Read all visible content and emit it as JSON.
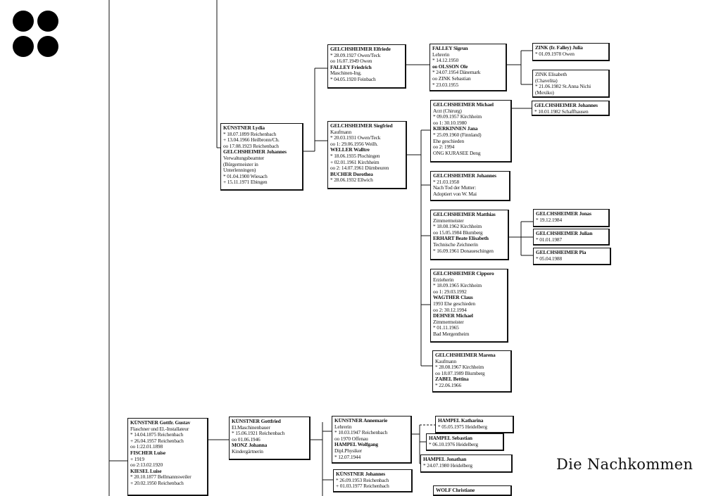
{
  "caption": "Die Nachkommen",
  "persons": [
    {
      "id": "p-kuenstner-lydia",
      "lines": [
        {
          "t": "KÜNSTNER Lydia",
          "b": true
        },
        {
          "t": "* 18.07.1899 Reichenbach"
        },
        {
          "t": "+ 13.04.1966 Heilbronn/Ch."
        },
        {
          "t": "oo 17.08.1923 Reichenbach"
        },
        {
          "t": "GELCHSHEIMER Johannes",
          "b": true
        },
        {
          "t": "Verwaltungsbeamter"
        },
        {
          "t": "(Bürgermeister in"
        },
        {
          "t": "Unterlenningen)"
        },
        {
          "t": "* 01.04.1900 Wiesach"
        },
        {
          "t": "+ 15.11.1971 Ebingen"
        }
      ]
    },
    {
      "id": "p-gelchsheimer-elfriede",
      "lines": [
        {
          "t": "GELCHSHEIMER Elfriede",
          "b": true
        },
        {
          "t": "* 28.09.1927 Owen/Teck"
        },
        {
          "t": "oo 16.07.1949 Owen"
        },
        {
          "t": "FALLEY Friedrich",
          "b": true
        },
        {
          "t": "Maschinen-Ing."
        },
        {
          "t": "* 04.05.1920 Feinbach"
        }
      ]
    },
    {
      "id": "p-gelchsheimer-siegfried",
      "lines": [
        {
          "t": "GELCHSHEIMER Siegfried",
          "b": true
        },
        {
          "t": "Kaufmann"
        },
        {
          "t": "* 20.03.1931 Owen/Teck"
        },
        {
          "t": "oo 1: 29.06.1956 Weilh."
        },
        {
          "t": "WELLER Walltre",
          "b": true
        },
        {
          "t": "* 18.06.1935 Plochingen"
        },
        {
          "t": "+ 02.01.1961 Kirchheim"
        },
        {
          "t": "oo 2: 14.07.1961 Dürnbeuren"
        },
        {
          "t": "BUCHER Dorothea",
          "b": true
        },
        {
          "t": "* 28.06.1932 Ellwich"
        }
      ]
    },
    {
      "id": "p-falley-sigrun",
      "lines": [
        {
          "t": "FALLEY Sigrun",
          "b": true
        },
        {
          "t": "Lehrerin"
        },
        {
          "t": "* 14.12.1950"
        },
        {
          "t": "oo OLSSON Ole",
          "b": true
        },
        {
          "t": "* 24.07.1954 Dänemark"
        },
        {
          "t": "oo ZINK Sebastian"
        },
        {
          "t": "* 23.03.1955"
        }
      ]
    },
    {
      "id": "p-zink-julia",
      "lines": [
        {
          "t": "ZINK (fr. Falley) Julia",
          "b": true
        },
        {
          "t": "* 01.09.1978 Owen"
        }
      ]
    },
    {
      "id": "p-zink-elisabeth",
      "lines": [
        {
          "t": "ZINK Elisabeth"
        },
        {
          "t": "(Chavelita)"
        },
        {
          "t": "* 21.06.1982 St.Anna Nichi"
        },
        {
          "t": "(Mexiko)"
        }
      ]
    },
    {
      "id": "p-gelchsheimer-michael",
      "lines": [
        {
          "t": "GELCHSHEIMER Michael",
          "b": true
        },
        {
          "t": "Arzt (Chirurg)"
        },
        {
          "t": "* 09.09.1957 Kirchheim"
        },
        {
          "t": "oo 1: 30.10.1980"
        },
        {
          "t": "KIERKINNEN Jana",
          "b": true
        },
        {
          "t": "* 25.09.1960 (Finnland)"
        },
        {
          "t": "Ehe geschieden"
        },
        {
          "t": "oo 2: 1994"
        },
        {
          "t": "ONG KURASEE Deng"
        }
      ]
    },
    {
      "id": "p-gelchsheimer-johannes-1982",
      "lines": [
        {
          "t": "GELCHSHEIMER Johannes",
          "b": true
        },
        {
          "t": "* 10.01.1982 Schaffhausen"
        }
      ]
    },
    {
      "id": "p-gelchsheimer-johannes-1958",
      "lines": [
        {
          "t": "GELCHSHEIMER Johannes",
          "b": true
        },
        {
          "t": "* 21.03.1958"
        },
        {
          "t": "Nach Tod der Mutter:"
        },
        {
          "t": "Adoptiert von W. Mai"
        }
      ]
    },
    {
      "id": "p-gelchsheimer-matthias",
      "lines": [
        {
          "t": "GELCHSHEIMER Matthias",
          "b": true
        },
        {
          "t": "Zimmermeister"
        },
        {
          "t": "* 18.08.1962 Kirchheim"
        },
        {
          "t": "oo 15.05.1984 Blumberg"
        },
        {
          "t": "ERHART Beate Elisabeth",
          "b": true
        },
        {
          "t": "Technische Zeichnerin"
        },
        {
          "t": "* 16.09.1961 Donaueschingen"
        }
      ]
    },
    {
      "id": "p-gelchsheimer-jonas",
      "lines": [
        {
          "t": "GELCHSHEIMER Jonas",
          "b": true
        },
        {
          "t": "* 19.12.1984"
        }
      ]
    },
    {
      "id": "p-gelchsheimer-julian",
      "lines": [
        {
          "t": "GELCHSHEIMER Julian",
          "b": true
        },
        {
          "t": "* 01.01.1987"
        }
      ]
    },
    {
      "id": "p-gelchsheimer-pia",
      "lines": [
        {
          "t": "GELCHSHEIMER Pia",
          "b": true
        },
        {
          "t": "* 05.04.1988"
        }
      ]
    },
    {
      "id": "p-gelchsheimer-cipporo",
      "lines": [
        {
          "t": "GELCHSHEIMER Cipporo",
          "b": true
        },
        {
          "t": "Erzieherin"
        },
        {
          "t": "* 18.09.1965 Kirchheim"
        },
        {
          "t": "oo 1: 29.03.1992"
        },
        {
          "t": "WAGTHER Claus",
          "b": true
        },
        {
          "t": "1993 Ehe geschieden"
        },
        {
          "t": "oo 2: 30.12.1994"
        },
        {
          "t": "DEHNER Michael",
          "b": true
        },
        {
          "t": "Zimmermeister"
        },
        {
          "t": "* 01.11.1965"
        },
        {
          "t": "Bad Mergentheim"
        }
      ]
    },
    {
      "id": "p-gelchsheimer-marena",
      "lines": [
        {
          "t": "GELCHSHEIMER Marena",
          "b": true
        },
        {
          "t": "Kaufmann"
        },
        {
          "t": "* 28.08.1967 Kirchheim"
        },
        {
          "t": "oo 18.07.1989 Blumberg"
        },
        {
          "t": "ZABEL Bettina",
          "b": true
        },
        {
          "t": "* 22.06.1966"
        }
      ]
    },
    {
      "id": "p-kuenstner-gustav",
      "lines": [
        {
          "t": "KÜNSTNER Gottfr. Gustav",
          "b": true
        },
        {
          "t": "Flaschner und El.-Installateur"
        },
        {
          "t": "* 14.04.1875 Reichenbach"
        },
        {
          "t": "+ 26.04.1957 Reichenbach"
        },
        {
          "t": "oo 1:22.01.1898"
        },
        {
          "t": "FISCHER Luise",
          "b": true
        },
        {
          "t": "+ 1919"
        },
        {
          "t": "oo 2:13.02.1920"
        },
        {
          "t": "KIESEL Luise",
          "b": true
        },
        {
          "t": "* 20.10.1877 Bellmannsweiler"
        },
        {
          "t": "+ 20.02.1950 Reichenbach"
        }
      ]
    },
    {
      "id": "p-kuenstner-gottfried",
      "lines": [
        {
          "t": "KÜNSTNER Gottfried",
          "b": true
        },
        {
          "t": "El.Maschinenbauer"
        },
        {
          "t": "* 15.06.1921 Reichenbach"
        },
        {
          "t": "oo 01.06.1946"
        },
        {
          "t": "MONZ Johanna",
          "b": true
        },
        {
          "t": "Kindergärtnerin"
        }
      ]
    },
    {
      "id": "p-kuenstner-annemarie",
      "lines": [
        {
          "t": "KÜNSTNER Annemarie",
          "b": true
        },
        {
          "t": "Lehrerin"
        },
        {
          "t": "* 10.03.1947 Reichenbach"
        },
        {
          "t": "oo 1970 Offenau"
        },
        {
          "t": "HAMPEL Wolfgang",
          "b": true
        },
        {
          "t": "Dipl.Physiker"
        },
        {
          "t": "* 12.07.1944"
        }
      ]
    },
    {
      "id": "p-hampel-katharina",
      "lines": [
        {
          "t": "HAMPEL Katharina",
          "b": true
        },
        {
          "t": "* 05.05.1975 Heidelberg"
        }
      ]
    },
    {
      "id": "p-hampel-sebastian",
      "lines": [
        {
          "t": "HAMPEL Sebastian",
          "b": true
        },
        {
          "t": "* 06.10.1976 Heidelberg"
        }
      ]
    },
    {
      "id": "p-hampel-jonathan",
      "lines": [
        {
          "t": "HAMPEL Jonathan",
          "b": true
        },
        {
          "t": "* 24.07.1980 Heidelberg"
        }
      ]
    },
    {
      "id": "p-kuenstner-johannes",
      "lines": [
        {
          "t": "KÜNSTNER Johannes",
          "b": true
        },
        {
          "t": "* 26.09.1953 Reichenbach"
        },
        {
          "t": "+ 01.03.1977 Reichenbach"
        }
      ]
    },
    {
      "id": "p-wolf-christiane",
      "lines": [
        {
          "t": "WOLF Christiane",
          "b": true
        }
      ]
    }
  ]
}
